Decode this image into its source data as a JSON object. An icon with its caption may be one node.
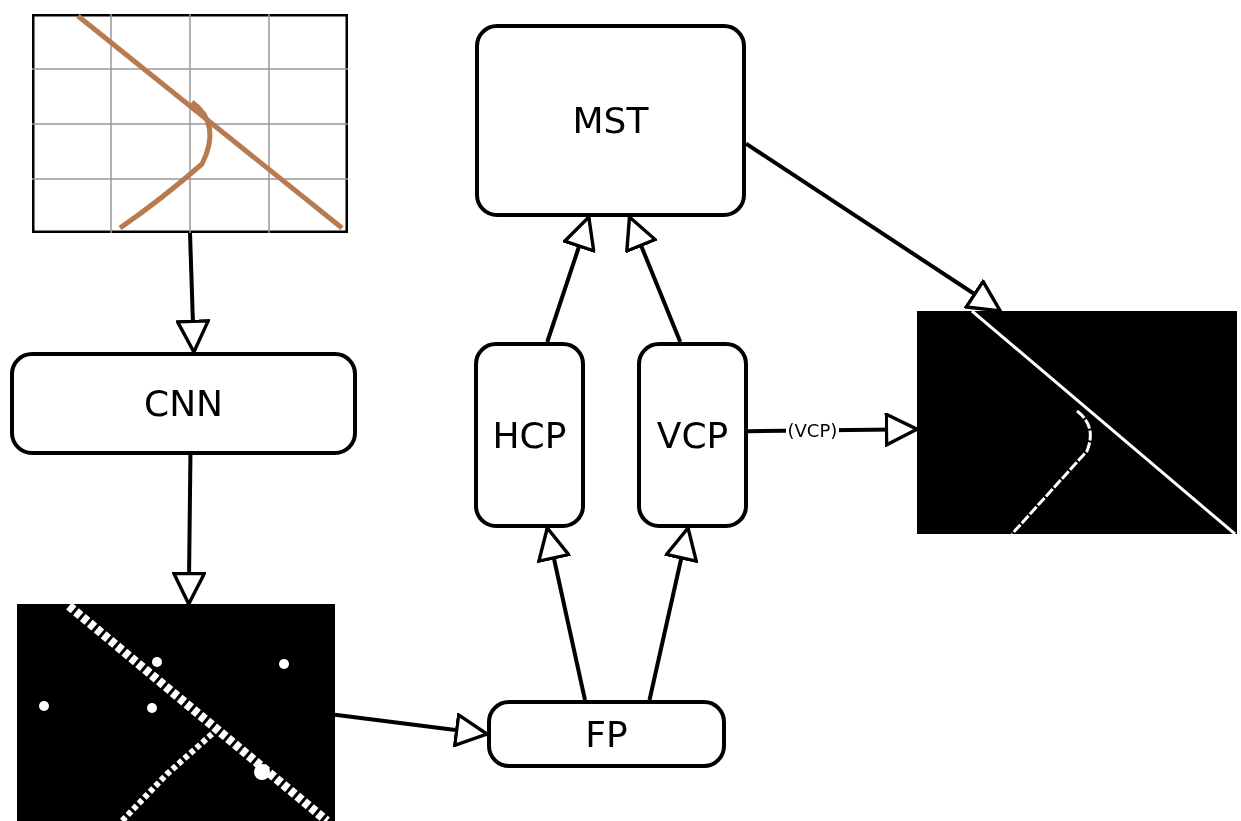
{
  "diagram": {
    "nodes": [
      {
        "text": [],
        "shape": "picture"
      },
      {
        "text": [
          "CNN"
        ]
      },
      {
        "text": [],
        "shape": "picture"
      },
      {
        "text": [
          "FP"
        ]
      },
      {
        "text": [
          "HCP"
        ]
      },
      {
        "text": [
          "VCP"
        ]
      },
      {
        "text": [
          "MST"
        ]
      },
      {
        "text": [],
        "shape": "picture"
      }
    ],
    "edges": [
      {
        "from": 0,
        "to": 1,
        "arrow": "to"
      },
      {
        "from": 1,
        "to": 2,
        "arrow": "to"
      },
      {
        "from": 2,
        "to": 3,
        "arrow": "to"
      },
      {
        "from": 3,
        "to": 4,
        "arrow": "to"
      },
      {
        "from": 3,
        "to": 5,
        "arrow": "to"
      },
      {
        "from": 4,
        "to": 6,
        "arrow": "to"
      },
      {
        "from": 5,
        "to": 6,
        "arrow": "to"
      },
      {
        "from": 5,
        "to": 7,
        "arrow": "to",
        "label": "(VCP)"
      },
      {
        "from": 6,
        "to": 7,
        "arrow": "to"
      }
    ]
  }
}
